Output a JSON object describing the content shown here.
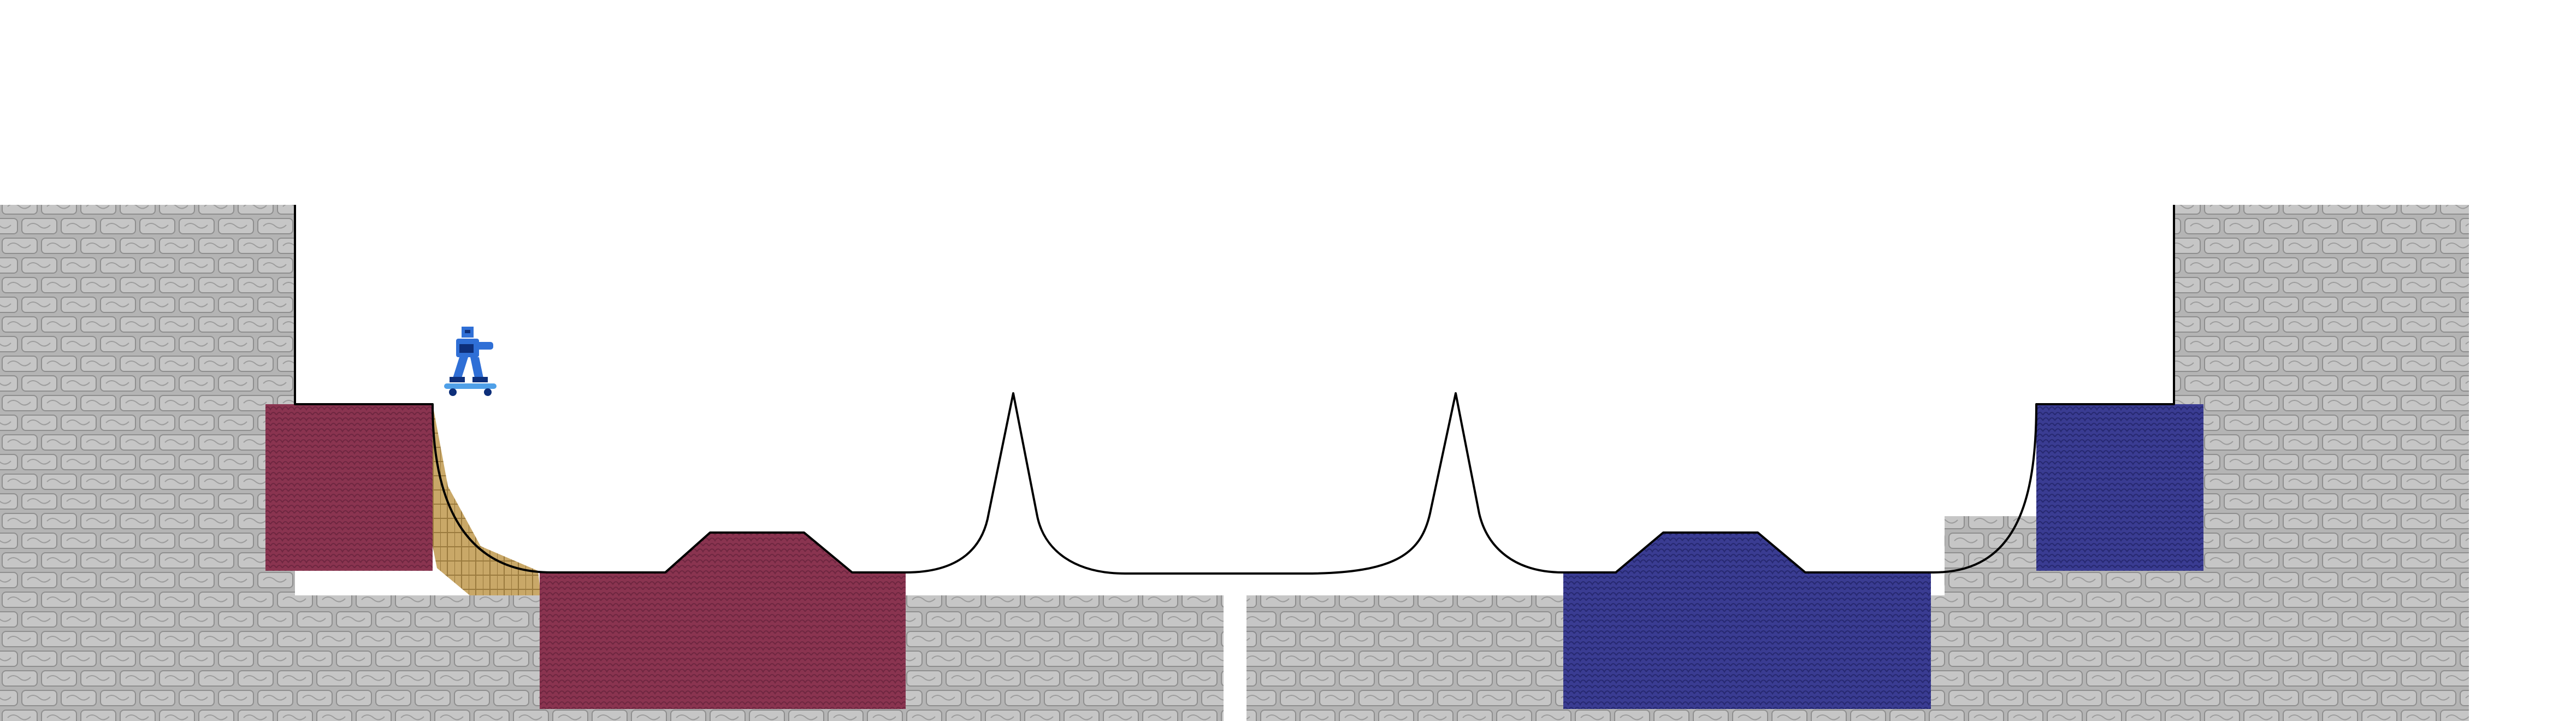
{
  "game": {
    "scene": "skate-halfpipe-level",
    "colors": {
      "background": "#ffffff",
      "stone": "#b4b4b4",
      "stone_brick": "#c6c6c6",
      "stone_mortar": "#8e8e8e",
      "stone_swirl": "#9c9c9c",
      "red_team": "#8a3450",
      "red_team_scale": "#6e2640",
      "blue_team": "#3a3c92",
      "blue_team_scale": "#262870",
      "wood": "#c9a868",
      "wood_line": "#9a7a3e",
      "ramp_outline": "#000000",
      "skater_body": "#2f6fd6",
      "skater_dark": "#0d2f7a",
      "skateboard": "#4fa0e8"
    },
    "entities": [
      {
        "name": "player-skater",
        "type": "player",
        "team": "blue",
        "sprite": "robot-skater-icon"
      },
      {
        "name": "red-team-upper-block",
        "type": "team-block",
        "team": "red"
      },
      {
        "name": "red-team-base-block",
        "type": "team-block",
        "team": "red"
      },
      {
        "name": "blue-team-upper-block",
        "type": "team-block",
        "team": "blue"
      },
      {
        "name": "blue-team-base-block",
        "type": "team-block",
        "team": "blue"
      },
      {
        "name": "wooden-ramp-support",
        "type": "terrain",
        "material": "wood"
      },
      {
        "name": "left-spike",
        "type": "terrain-feature"
      },
      {
        "name": "right-spike",
        "type": "terrain-feature"
      }
    ]
  }
}
